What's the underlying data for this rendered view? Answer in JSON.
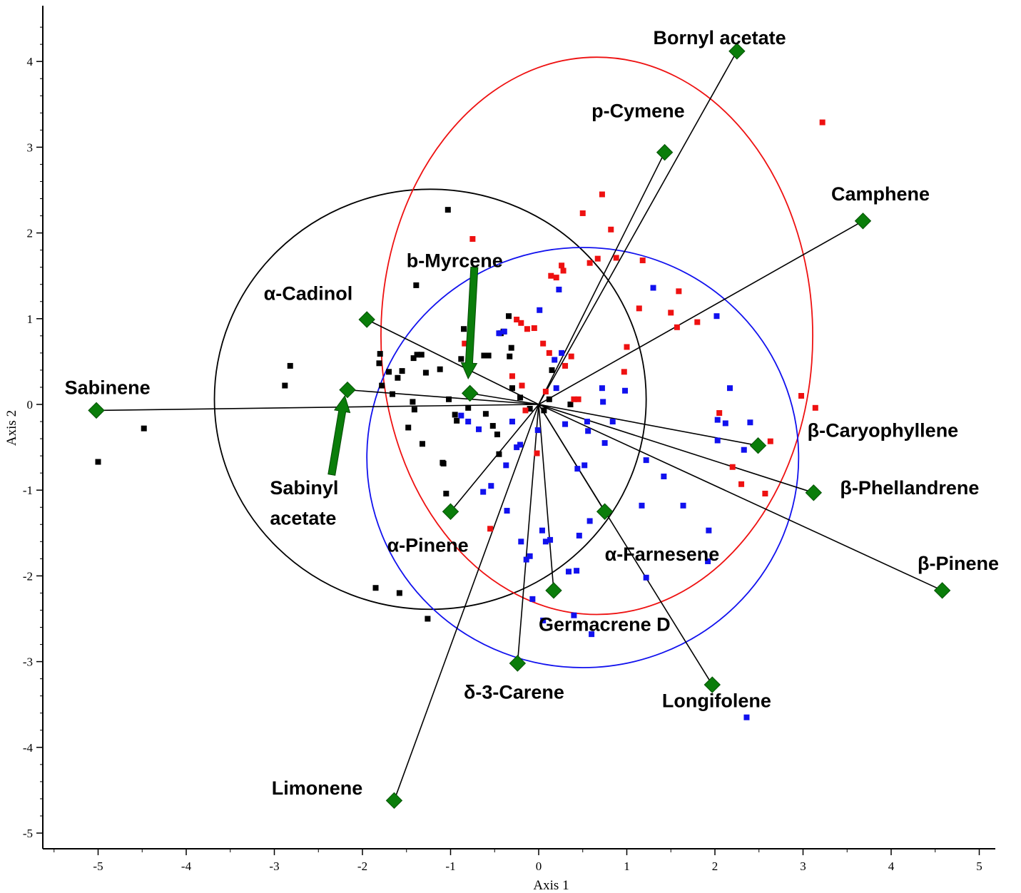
{
  "chart_data": {
    "type": "scatter",
    "title": "",
    "xlabel": "Axis 1",
    "ylabel": "Axis 2",
    "xlim": [
      -5.6,
      5.2
    ],
    "ylim": [
      -5.2,
      4.7
    ],
    "xticks": [
      -5,
      -4,
      -3,
      -2,
      -1,
      0,
      1,
      2,
      3,
      4,
      5
    ],
    "yticks": [
      -5,
      -4,
      -3,
      -2,
      -1,
      0,
      1,
      2,
      3,
      4
    ],
    "grid": false,
    "colors": {
      "black": "#000000",
      "red": "#ee1111",
      "blue": "#1111ee",
      "variable": "#0a7d0a",
      "arrow": "#0a7d0a"
    },
    "ellipses": [
      {
        "color": "#000000",
        "cx": -1.23,
        "cy": 0.06,
        "rx": 2.45,
        "ry": 2.45
      },
      {
        "color": "#ee1111",
        "cx": 0.66,
        "cy": 0.8,
        "rx": 2.45,
        "ry": 3.25
      },
      {
        "color": "#1111ee",
        "cx": 0.5,
        "cy": -0.62,
        "rx": 2.45,
        "ry": 2.45
      }
    ],
    "variables": [
      {
        "name": "Bornyl acetate",
        "x": 2.25,
        "y": 4.12,
        "label_x": 1.3,
        "label_y": 4.2
      },
      {
        "name": "p-Cymene",
        "x": 1.43,
        "y": 2.94,
        "label_x": 0.6,
        "label_y": 3.35
      },
      {
        "name": "Camphene",
        "x": 3.68,
        "y": 2.14,
        "label_x": 3.32,
        "label_y": 2.38
      },
      {
        "name": "b-Myrcene",
        "x": -0.78,
        "y": 0.13,
        "label_x": -1.5,
        "label_y": 1.6
      },
      {
        "name": "α-Cadinol",
        "x": -1.95,
        "y": 0.99,
        "label_x": -3.12,
        "label_y": 1.22
      },
      {
        "name": "Sabinene",
        "x": -5.02,
        "y": -0.07,
        "label_x": -5.38,
        "label_y": 0.12
      },
      {
        "name": "Sabinyl",
        "x": -2.17,
        "y": 0.17,
        "label_x": -3.05,
        "label_y": -1.05
      },
      {
        "name": "α-Pinene",
        "x": -1.0,
        "y": -1.25,
        "label_x": -1.72,
        "label_y": -1.72
      },
      {
        "name": "δ-3-Carene",
        "x": -0.24,
        "y": -3.02,
        "label_x": -0.85,
        "label_y": -3.43
      },
      {
        "name": "Limonene",
        "x": -1.64,
        "y": -4.62,
        "label_x": -3.03,
        "label_y": -4.55
      },
      {
        "name": "Germacrene D",
        "x": 0.17,
        "y": -2.17,
        "label_x": 0.0,
        "label_y": -2.64
      },
      {
        "name": "α-Farnesene",
        "x": 0.75,
        "y": -1.25,
        "label_x": 0.75,
        "label_y": -1.82
      },
      {
        "name": "Longifolene",
        "x": 1.97,
        "y": -3.27,
        "label_x": 1.4,
        "label_y": -3.53
      },
      {
        "name": "β-Caryophyllene",
        "x": 2.49,
        "y": -0.48,
        "label_x": 3.05,
        "label_y": -0.38
      },
      {
        "name": "β-Phellandrene",
        "x": 3.12,
        "y": -1.03,
        "label_x": 3.42,
        "label_y": -1.05
      },
      {
        "name": "β-Pinene",
        "x": 4.58,
        "y": -2.17,
        "label_x": 4.3,
        "label_y": -1.93
      }
    ],
    "label_extra": {
      "name": "acetate",
      "label_x": -3.05,
      "label_y": -1.4
    },
    "arrows": [
      {
        "from": [
          -0.73,
          1.6
        ],
        "to": [
          -0.8,
          0.3
        ]
      },
      {
        "from": [
          -2.35,
          -0.82
        ],
        "to": [
          -2.2,
          0.1
        ]
      }
    ],
    "series": [
      {
        "color": "#000000",
        "points": [
          [
            -5.0,
            -0.67
          ],
          [
            -4.48,
            -0.28
          ],
          [
            -2.82,
            0.45
          ],
          [
            -2.88,
            0.22
          ],
          [
            -1.8,
            0.59
          ],
          [
            -1.81,
            0.48
          ],
          [
            -1.78,
            0.22
          ],
          [
            -1.7,
            0.38
          ],
          [
            -1.66,
            0.12
          ],
          [
            -1.6,
            0.31
          ],
          [
            -1.55,
            0.39
          ],
          [
            -1.48,
            -0.27
          ],
          [
            -1.42,
            0.54
          ],
          [
            -1.38,
            0.58
          ],
          [
            -1.43,
            0.03
          ],
          [
            -1.41,
            -0.06
          ],
          [
            -1.32,
            -0.46
          ],
          [
            -1.28,
            0.37
          ],
          [
            -1.12,
            0.41
          ],
          [
            -1.09,
            -0.68
          ],
          [
            -1.05,
            -1.04
          ],
          [
            -1.03,
            2.27
          ],
          [
            -1.02,
            0.06
          ],
          [
            -0.95,
            -0.12
          ],
          [
            -0.93,
            -0.19
          ],
          [
            -0.88,
            0.53
          ],
          [
            -0.85,
            0.88
          ],
          [
            -0.8,
            -0.04
          ],
          [
            -0.62,
            0.57
          ],
          [
            -0.6,
            -0.11
          ],
          [
            -0.57,
            0.57
          ],
          [
            -0.52,
            -0.25
          ],
          [
            -0.47,
            -0.35
          ],
          [
            -0.45,
            -0.58
          ],
          [
            -0.43,
            0.83
          ],
          [
            -0.4,
            0.85
          ],
          [
            -0.34,
            1.03
          ],
          [
            -0.31,
            0.66
          ],
          [
            -0.33,
            0.56
          ],
          [
            -0.3,
            0.19
          ],
          [
            -0.21,
            0.08
          ],
          [
            -0.1,
            -0.05
          ],
          [
            0.06,
            -0.07
          ],
          [
            0.12,
            0.06
          ],
          [
            0.15,
            0.4
          ],
          [
            0.36,
            0.0
          ],
          [
            -1.39,
            1.39
          ],
          [
            -1.33,
            0.58
          ],
          [
            -1.58,
            -2.2
          ],
          [
            -1.85,
            -2.14
          ],
          [
            -1.26,
            -2.5
          ],
          [
            -1.08,
            -0.69
          ]
        ]
      },
      {
        "color": "#ee1111",
        "points": [
          [
            -0.75,
            1.93
          ],
          [
            -0.84,
            0.71
          ],
          [
            -0.3,
            0.33
          ],
          [
            -0.25,
            0.99
          ],
          [
            -0.2,
            0.95
          ],
          [
            -0.13,
            0.88
          ],
          [
            -0.05,
            0.89
          ],
          [
            0.05,
            0.71
          ],
          [
            0.08,
            0.15
          ],
          [
            0.12,
            0.6
          ],
          [
            0.14,
            1.5
          ],
          [
            0.2,
            1.48
          ],
          [
            0.26,
            1.62
          ],
          [
            0.28,
            1.56
          ],
          [
            0.3,
            0.45
          ],
          [
            0.37,
            0.56
          ],
          [
            0.4,
            0.06
          ],
          [
            0.45,
            0.06
          ],
          [
            0.5,
            2.23
          ],
          [
            0.58,
            1.65
          ],
          [
            0.67,
            1.7
          ],
          [
            0.72,
            2.45
          ],
          [
            0.82,
            2.04
          ],
          [
            0.88,
            1.71
          ],
          [
            0.97,
            0.38
          ],
          [
            1.0,
            0.67
          ],
          [
            1.14,
            1.12
          ],
          [
            1.18,
            1.68
          ],
          [
            1.5,
            1.07
          ],
          [
            1.57,
            0.9
          ],
          [
            1.59,
            1.32
          ],
          [
            1.8,
            0.96
          ],
          [
            2.05,
            -0.1
          ],
          [
            2.2,
            -0.73
          ],
          [
            2.3,
            -0.93
          ],
          [
            2.57,
            -1.04
          ],
          [
            2.63,
            -0.43
          ],
          [
            2.98,
            0.1
          ],
          [
            3.14,
            -0.04
          ],
          [
            3.22,
            3.29
          ],
          [
            -0.55,
            -1.45
          ],
          [
            -0.02,
            -0.57
          ],
          [
            -0.15,
            -0.07
          ],
          [
            -0.19,
            0.22
          ]
        ]
      },
      {
        "color": "#1111ee",
        "points": [
          [
            -0.88,
            -0.13
          ],
          [
            -0.68,
            -0.29
          ],
          [
            -0.63,
            -1.02
          ],
          [
            -0.54,
            -0.95
          ],
          [
            -0.45,
            0.83
          ],
          [
            -0.37,
            -0.71
          ],
          [
            -0.36,
            -1.24
          ],
          [
            -0.3,
            -0.2
          ],
          [
            -0.25,
            -0.5
          ],
          [
            -0.2,
            -1.6
          ],
          [
            -0.14,
            -1.81
          ],
          [
            -0.1,
            -1.77
          ],
          [
            -0.07,
            -2.27
          ],
          [
            -0.01,
            -0.3
          ],
          [
            0.01,
            1.1
          ],
          [
            0.04,
            -1.47
          ],
          [
            0.05,
            -2.52
          ],
          [
            0.08,
            -1.6
          ],
          [
            0.13,
            -1.58
          ],
          [
            0.2,
            0.19
          ],
          [
            0.23,
            1.34
          ],
          [
            0.26,
            0.6
          ],
          [
            0.3,
            -0.23
          ],
          [
            0.34,
            -1.95
          ],
          [
            0.4,
            -2.46
          ],
          [
            0.44,
            -0.75
          ],
          [
            0.46,
            -1.53
          ],
          [
            0.52,
            -0.71
          ],
          [
            0.55,
            -0.2
          ],
          [
            0.56,
            -0.31
          ],
          [
            0.58,
            -1.36
          ],
          [
            0.6,
            -2.68
          ],
          [
            0.72,
            0.19
          ],
          [
            0.73,
            0.03
          ],
          [
            0.75,
            -0.45
          ],
          [
            0.84,
            -0.2
          ],
          [
            0.98,
            0.16
          ],
          [
            1.17,
            -1.18
          ],
          [
            1.22,
            -2.02
          ],
          [
            1.22,
            -0.65
          ],
          [
            1.3,
            1.36
          ],
          [
            1.42,
            -0.84
          ],
          [
            1.64,
            -1.18
          ],
          [
            1.92,
            -1.83
          ],
          [
            1.93,
            -1.47
          ],
          [
            2.02,
            1.03
          ],
          [
            2.03,
            -0.18
          ],
          [
            2.03,
            -0.42
          ],
          [
            2.12,
            -0.22
          ],
          [
            2.17,
            0.19
          ],
          [
            2.33,
            -0.53
          ],
          [
            2.4,
            -0.21
          ],
          [
            2.36,
            -3.65
          ],
          [
            0.18,
            0.52
          ],
          [
            0.43,
            -1.94
          ],
          [
            -0.39,
            0.85
          ],
          [
            -0.21,
            -0.47
          ],
          [
            -0.8,
            -0.2
          ]
        ]
      }
    ]
  }
}
